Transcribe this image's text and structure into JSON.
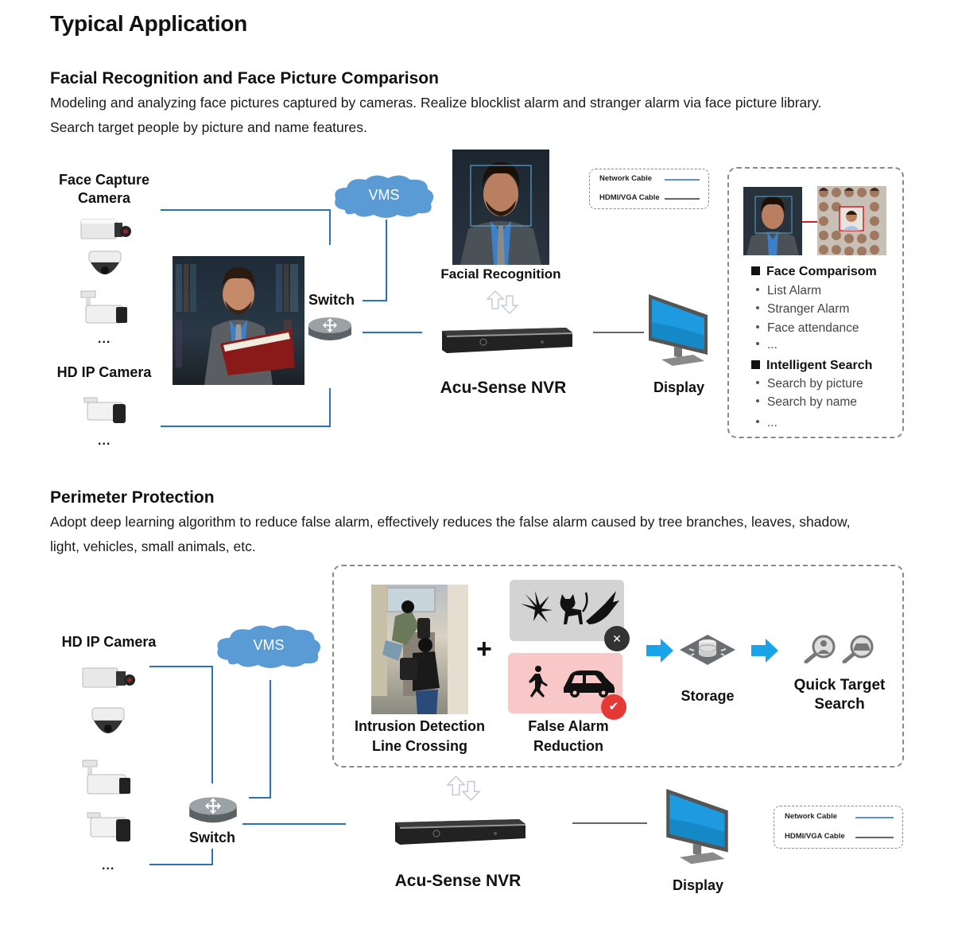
{
  "page": {
    "title": "Typical Application"
  },
  "section1": {
    "heading": "Facial Recognition and Face Picture Comparison",
    "description_line1": "Modeling and analyzing face pictures captured by cameras. Realize blocklist alarm and stranger alarm via face picture library.",
    "description_line2": "Search target people by picture and name features.",
    "face_capture_label_line1": "Face Capture",
    "face_capture_label_line2": "Camera",
    "ellipsis": "...",
    "hd_ip_camera_label": "HD IP Camera",
    "vms_label": "VMS",
    "switch_label": "Switch",
    "facial_recognition_label": "Facial Recognition",
    "nvr_label": "Acu-Sense NVR",
    "display_label": "Display",
    "legend": {
      "network_cable": "Network Cable",
      "hdmi_vga_cable": "HDMI/VGA Cable"
    },
    "feature_panel": {
      "groups": [
        {
          "heading": "Face Comparisom",
          "items": [
            "List Alarm",
            "Stranger Alarm",
            "Face attendance",
            "..."
          ]
        },
        {
          "heading": "Intelligent Search",
          "items": [
            "Search by picture",
            "Search by name",
            "..."
          ]
        }
      ]
    }
  },
  "section2": {
    "heading": "Perimeter Protection",
    "description_line1": "Adopt deep learning algorithm to reduce false alarm, effectively reduces the false alarm caused by tree branches, leaves, shadow,",
    "description_line2": "light, vehicles, small animals, etc.",
    "hd_ip_camera_label": "HD IP Camera",
    "ellipsis": "...",
    "vms_label": "VMS",
    "switch_label": "Switch",
    "plus_sign": "+",
    "intrusion_label_line1": "Intrusion Detection",
    "intrusion_label_line2": "Line Crossing",
    "false_alarm_label_line1": "False Alarm",
    "false_alarm_label_line2": "Reduction",
    "storage_label": "Storage",
    "quick_search_label_line1": "Quick Target",
    "quick_search_label_line2": "Search",
    "nvr_label": "Acu-Sense NVR",
    "display_label": "Display",
    "legend": {
      "network_cable": "Network Cable",
      "hdmi_vga_cable": "HDMI/VGA Cable"
    }
  },
  "colors": {
    "network_cable": "#2a73b8",
    "hdmi_cable": "#666666",
    "cloud": "#5b9bd5",
    "flow_arrow": "#1aa3e8",
    "rejected_bg": "#d3d3d3",
    "accepted_bg": "#f8c8c8",
    "accept_badge": "#e53935",
    "reject_badge": "#333333"
  }
}
